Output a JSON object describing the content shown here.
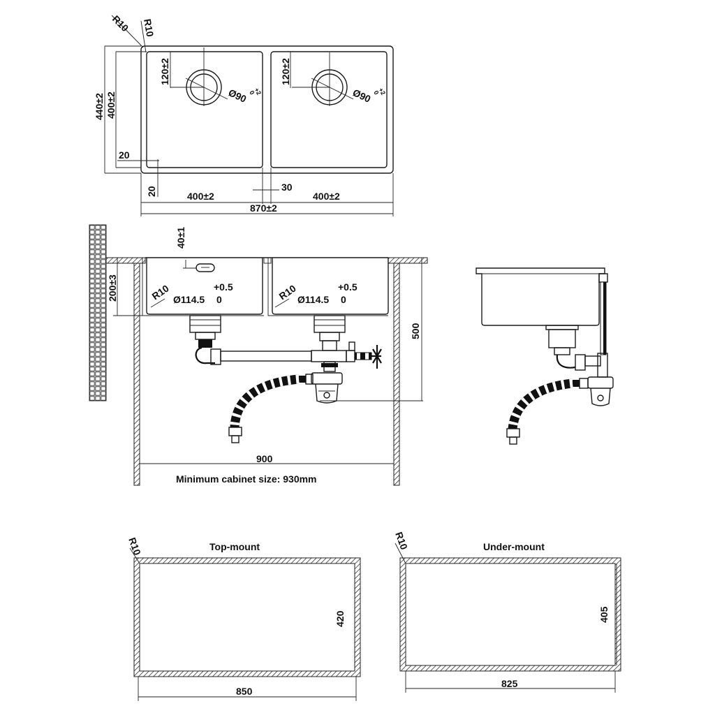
{
  "top_view": {
    "corner_radius_outer": "R10",
    "corner_radius_inner": "R10",
    "drain_offset_left": "120±2",
    "drain_offset_right": "120±2",
    "drain_diameter_left": "Ø90",
    "drain_diameter_right": "Ø90",
    "drain_tolerance": "+2",
    "drain_tolerance_low": "0",
    "overall_depth": "440±2",
    "bowl_depth": "400±2",
    "rim_side": "20",
    "rim_bottom": "20",
    "bowl_width_left": "400±2",
    "divider": "30",
    "bowl_width_right": "400±2",
    "overall_width": "870±2"
  },
  "front_view": {
    "overflow_height": "40±1",
    "bowl_height": "200±3",
    "corner_radius_left": "R10",
    "corner_radius_right": "R10",
    "waste_diameter_left": "Ø114.5",
    "waste_diameter_right": "Ø114.5",
    "waste_tol_high": "+0.5",
    "waste_tol_low": "0",
    "cabinet_depth": "500",
    "cabinet_width": "900",
    "min_cabinet_caption": "Minimum cabinet size: 930mm"
  },
  "cutouts": {
    "top_mount": {
      "title": "Top-mount",
      "radius": "R10",
      "height": "420",
      "width": "850"
    },
    "under_mount": {
      "title": "Under-mount",
      "radius": "R10",
      "height": "405",
      "width": "825"
    }
  }
}
